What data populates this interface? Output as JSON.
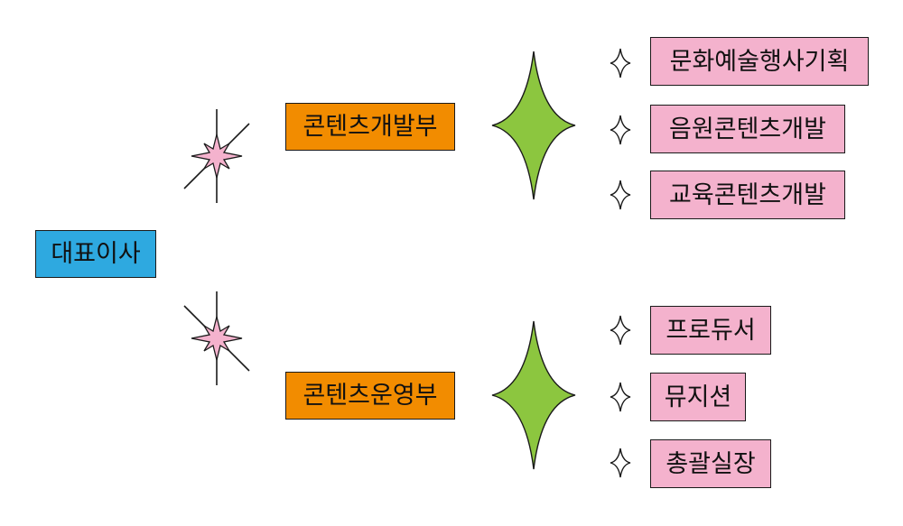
{
  "org": {
    "ceo": "대표이사",
    "departments": [
      {
        "name": "콘텐츠개발부",
        "teams": [
          "문화예술행사기획",
          "음원콘텐츠개발",
          "교육콘텐츠개발"
        ]
      },
      {
        "name": "콘텐츠운영부",
        "teams": [
          "프로듀서",
          "뮤지션",
          "총괄실장"
        ]
      }
    ]
  },
  "colors": {
    "ceo_fill": "#2ea9e0",
    "department_fill": "#f28c00",
    "team_fill": "#f4b2cd",
    "small_star_fill": "#f4b2cd",
    "big_star_fill": "#8cc63f",
    "outline": "#1a1a1a"
  }
}
